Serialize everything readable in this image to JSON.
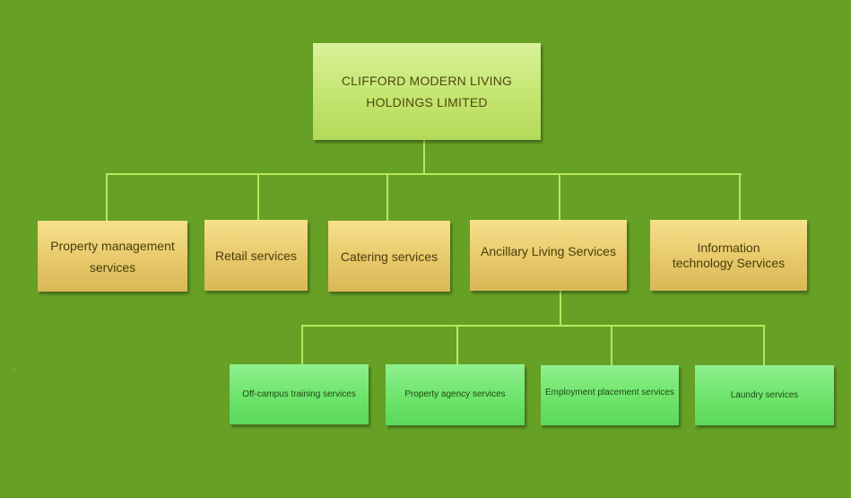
{
  "org_chart": {
    "root": {
      "label_line1": "CLIFFORD MODERN LIVING",
      "label_line2": "HOLDINGS LIMITED"
    },
    "divisions": [
      {
        "line1": "Property management",
        "line2": "services"
      },
      {
        "line1": "Retail services"
      },
      {
        "line1": "Catering services"
      },
      {
        "line1": "Ancillary Living Services"
      },
      {
        "line1": "Information",
        "line2": "technology Services"
      }
    ],
    "ancillary_services": [
      {
        "label": "Off-campus training services"
      },
      {
        "label": "Property agency services"
      },
      {
        "label": "Employment placement services"
      },
      {
        "label": "Laundry services"
      }
    ]
  },
  "colors": {
    "background": "#66a126",
    "connector": "#b7e85c",
    "root_fill": "#c4e56f",
    "division_fill": "#e7c96a",
    "service_fill": "#6ee46b"
  }
}
